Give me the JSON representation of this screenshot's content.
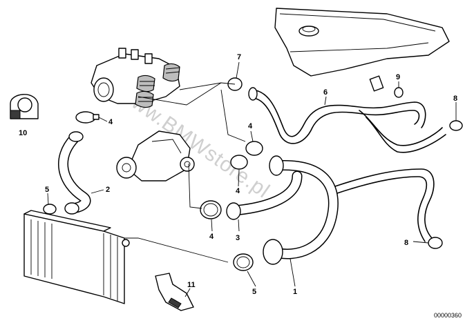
{
  "watermark": "www.BMWstore.pl",
  "diagram_code": "00000360",
  "part_labels": [
    "1",
    "2",
    "3",
    "4",
    "4",
    "4",
    "4",
    "5",
    "5",
    "6",
    "7",
    "8",
    "8",
    "9",
    "10",
    "11"
  ]
}
